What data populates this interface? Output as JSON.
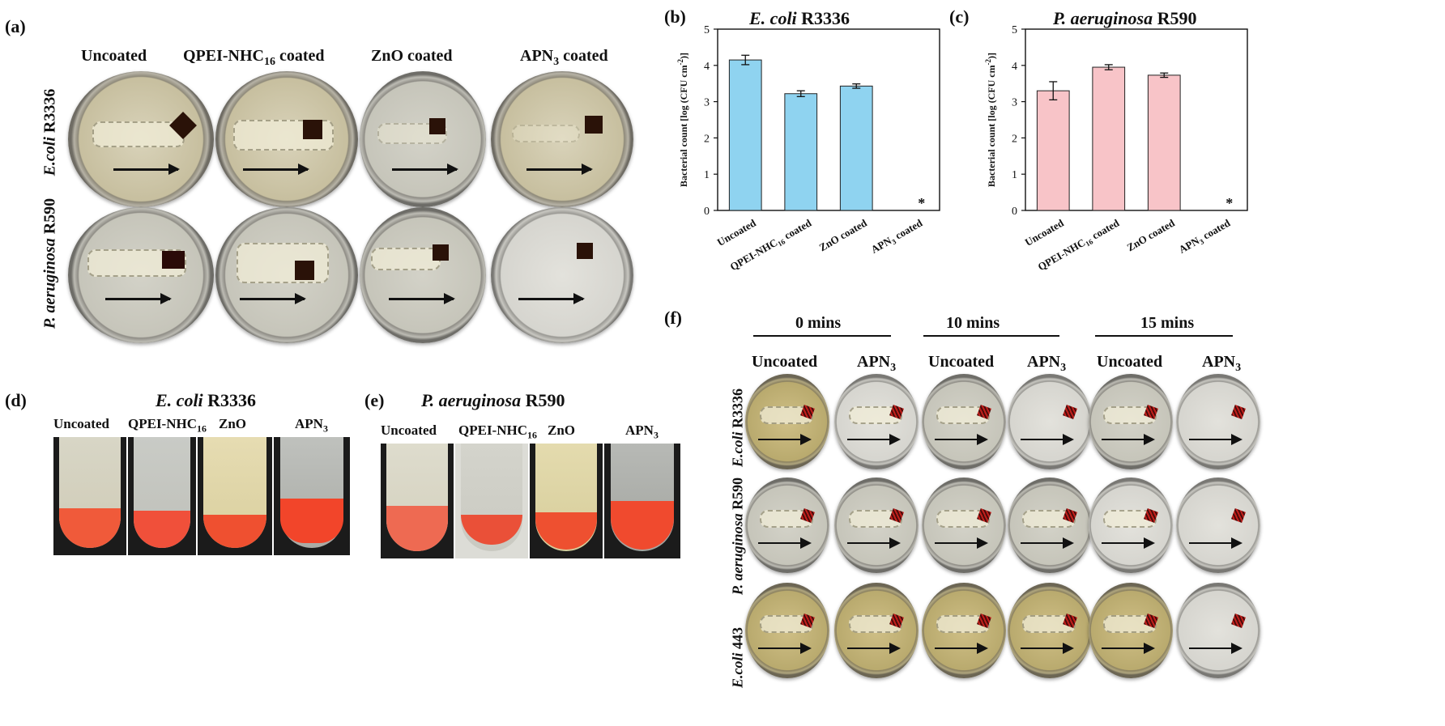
{
  "panel_a": {
    "letter": "(a)",
    "columns": [
      "Uncoated",
      "QPEI-NHC",
      "ZnO coated",
      "APN"
    ],
    "col_sub": [
      "",
      "16",
      "",
      "3"
    ],
    "col_suffix": [
      "",
      " coated",
      "",
      " coated"
    ],
    "rows": [
      {
        "italic": "E.coli",
        "plain": " R3336"
      },
      {
        "italic": "P. aeruginosa",
        "plain": " R590"
      }
    ]
  },
  "panel_b": {
    "letter": "(b)",
    "title_italic": "E. coli",
    "title_plain": " R3336",
    "ylabel": "Bacterial count [log (CFU cm",
    "ylabel_sup": "-2",
    "ylabel_end": ")]",
    "asterisk": "*"
  },
  "panel_c": {
    "letter": "(c)",
    "title_italic": "P. aeruginosa",
    "title_plain": " R590",
    "ylabel": "Bacterial count [log (CFU cm",
    "ylabel_sup": "-2",
    "ylabel_end": ")]",
    "asterisk": "*"
  },
  "panel_d": {
    "letter": "(d)",
    "title_italic": "E. coli",
    "title_plain": " R3336",
    "labels": [
      "Uncoated",
      "QPEI-NHC",
      "ZnO",
      "APN"
    ],
    "label_sub": [
      "",
      "16",
      "",
      "3"
    ]
  },
  "panel_e": {
    "letter": "(e)",
    "title_italic": "P. aeruginosa",
    "title_plain": " R590",
    "labels": [
      "Uncoated",
      "QPEI-NHC",
      "ZnO",
      "APN"
    ],
    "label_sub": [
      "",
      "16",
      "",
      "3"
    ]
  },
  "panel_f": {
    "letter": "(f)",
    "times": [
      "0 mins",
      "10 mins",
      "15 mins"
    ],
    "col_a": "Uncoated",
    "col_b": "APN",
    "col_b_sub": "3",
    "rows": [
      {
        "italic": "E.coli",
        "plain": " R3336"
      },
      {
        "italic": "P. aeruginosa",
        "plain": " R590"
      },
      {
        "italic": "E.coli",
        "plain": " 443"
      }
    ]
  },
  "chart_data": [
    {
      "type": "bar",
      "title": "E. coli R3336",
      "ylabel": "Bacterial count [log (CFU cm-2)]",
      "categories": [
        "Uncoated",
        "QPEI-NHC16 coated",
        "ZnO coated",
        "APN3 coated"
      ],
      "values": [
        4.15,
        3.22,
        3.43,
        0
      ],
      "errors": [
        0.13,
        0.08,
        0.06,
        0
      ],
      "ylim": [
        0,
        5
      ],
      "yticks": [
        0,
        1,
        2,
        3,
        4,
        5
      ],
      "color": "#8fd3f0"
    },
    {
      "type": "bar",
      "title": "P. aeruginosa R590",
      "ylabel": "Bacterial count [log (CFU cm-2)]",
      "categories": [
        "Uncoated",
        "QPEI-NHC16 coated",
        "ZnO coated",
        "APN3 coated"
      ],
      "values": [
        3.3,
        3.95,
        3.73,
        0
      ],
      "errors": [
        0.25,
        0.07,
        0.06,
        0
      ],
      "ylim": [
        0,
        5
      ],
      "yticks": [
        0,
        1,
        2,
        3,
        4,
        5
      ],
      "color": "#f8c4c8"
    }
  ]
}
